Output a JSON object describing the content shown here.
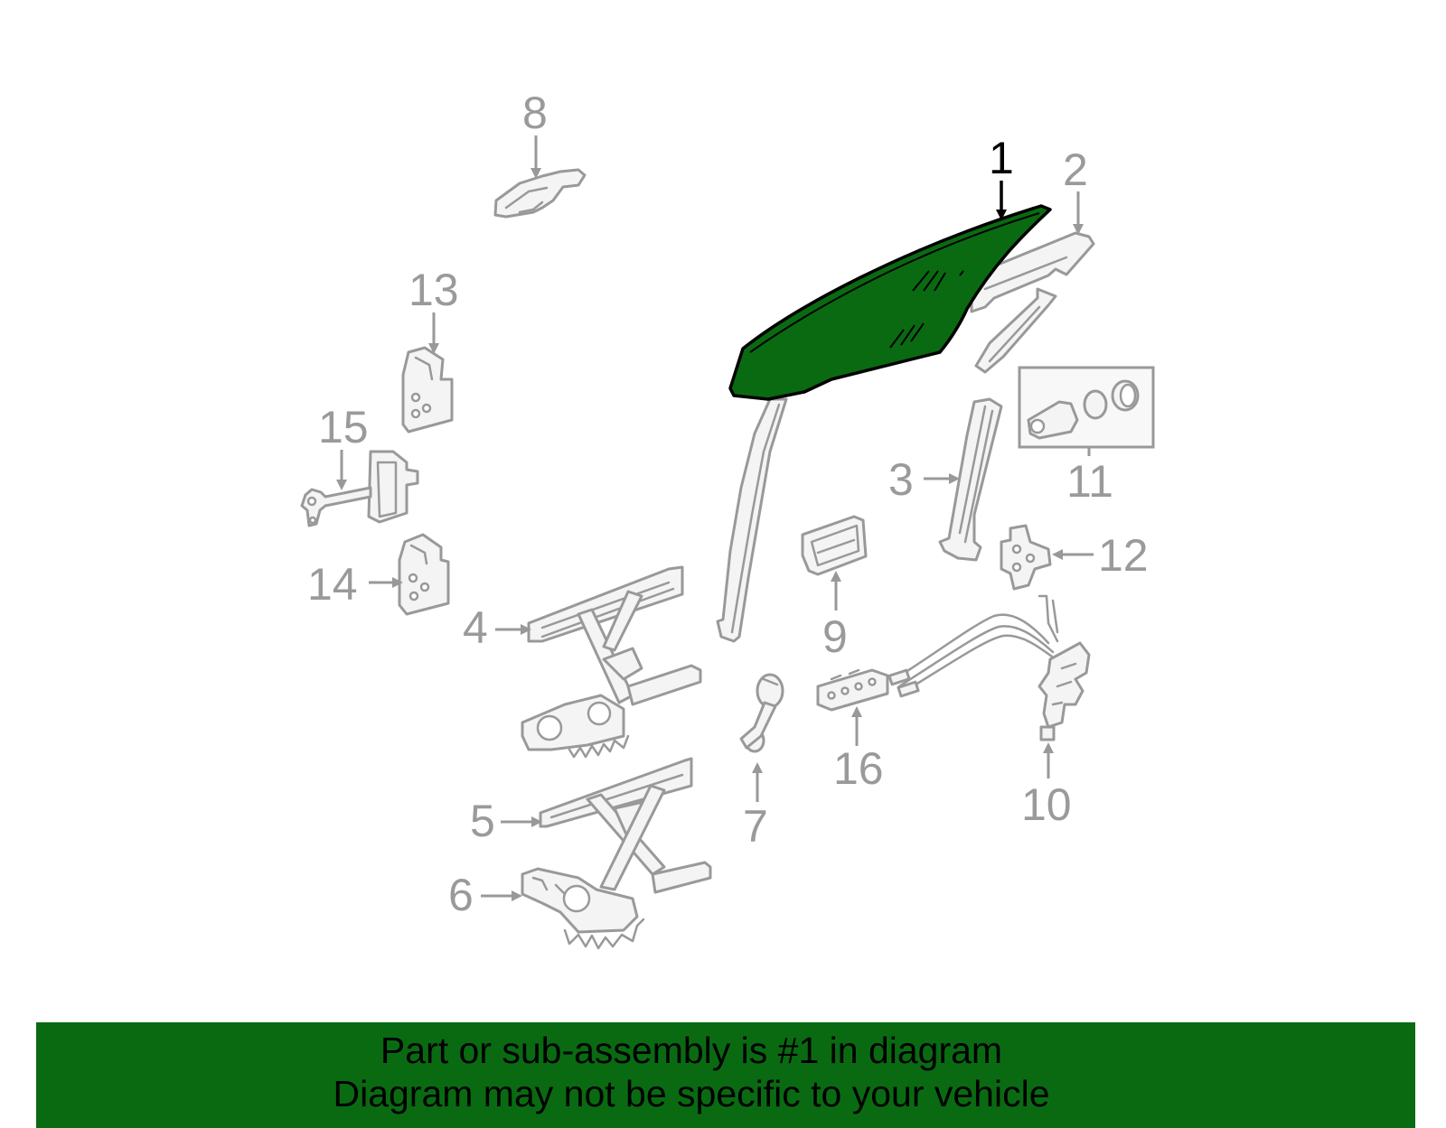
{
  "diagram": {
    "highlight_color": "#0a6a12",
    "highlighted_callout": "1",
    "callouts": {
      "c1": "1",
      "c2": "2",
      "c3": "3",
      "c4": "4",
      "c5": "5",
      "c6": "6",
      "c7": "7",
      "c8": "8",
      "c9": "9",
      "c10": "10",
      "c11": "11",
      "c12": "12",
      "c13": "13",
      "c14": "14",
      "c15": "15",
      "c16": "16"
    }
  },
  "banner": {
    "line1": "Part or sub-assembly is #1 in diagram",
    "line2": "Diagram may not be specific to your vehicle",
    "background": "#0a6a12"
  }
}
